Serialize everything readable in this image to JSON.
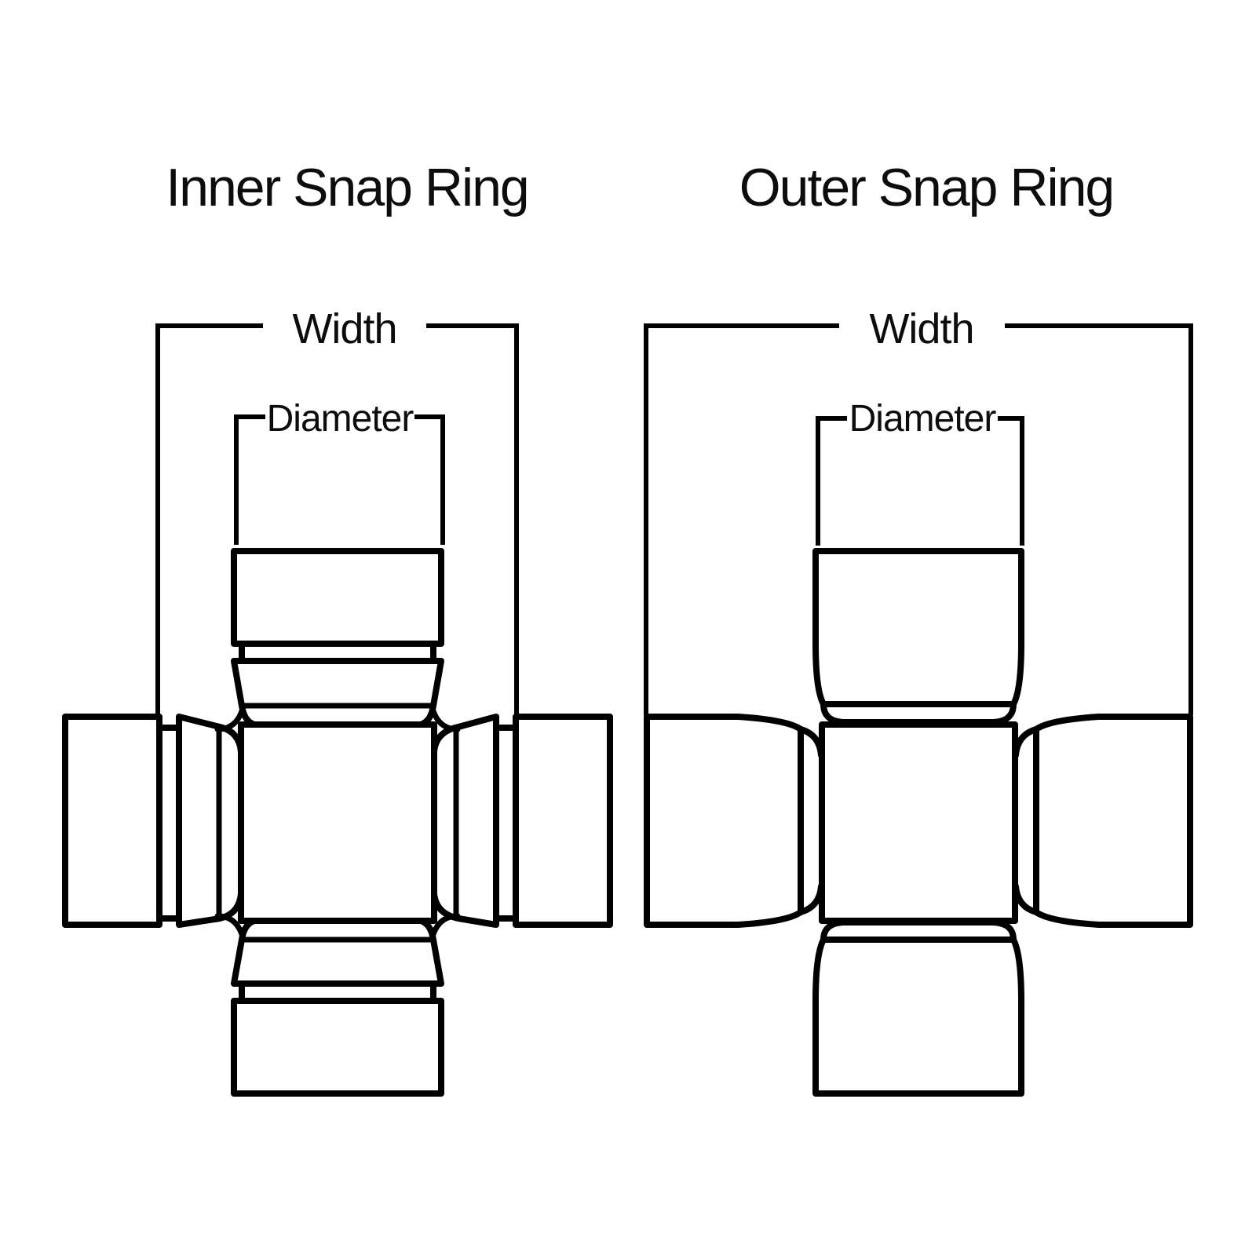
{
  "page": {
    "background_color": "#ffffff",
    "line_color": "#000000",
    "text_color": "#0d0d0d"
  },
  "figures": {
    "inner": {
      "title": "Inner Snap Ring",
      "labels": {
        "width": "Width",
        "diameter": "Diameter"
      }
    },
    "outer": {
      "title": "Outer Snap Ring",
      "labels": {
        "width": "Width",
        "diameter": "Diameter"
      }
    }
  }
}
